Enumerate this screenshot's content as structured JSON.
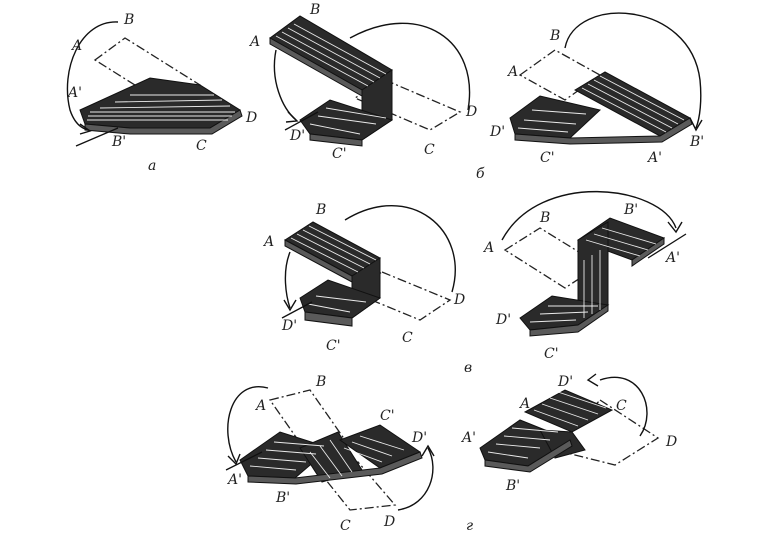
{
  "colors": {
    "ink": "#222222",
    "band": "#2a2a2a",
    "background": "#ffffff"
  },
  "panels": {
    "a": {
      "caption": "а",
      "labels": {
        "A": "A",
        "B": "B",
        "A_prime": "A'",
        "B_prime": "B'",
        "C": "C",
        "D": "D"
      }
    },
    "b_left": {
      "labels": {
        "A": "A",
        "B": "B",
        "C": "C",
        "C_prime": "C'",
        "D": "D",
        "D_prime": "D'"
      }
    },
    "b_right": {
      "caption": "б",
      "labels": {
        "A": "A",
        "B": "B",
        "A_prime": "A'",
        "B_prime": "B'",
        "C_prime": "C'",
        "D_prime": "D'"
      }
    },
    "v_left": {
      "labels": {
        "A": "A",
        "B": "B",
        "C": "C",
        "C_prime": "C'",
        "D": "D",
        "D_prime": "D'"
      }
    },
    "v_right": {
      "caption": "в",
      "labels": {
        "A": "A",
        "B": "B",
        "A_prime": "A'",
        "B_prime": "B'",
        "C_prime": "C'",
        "D_prime": "D'"
      }
    },
    "g_left": {
      "labels": {
        "A": "A",
        "B": "B",
        "A_prime": "A'",
        "B_prime": "B'",
        "C": "C",
        "C_prime": "C'",
        "D": "D",
        "D_prime": "D'"
      }
    },
    "g_right": {
      "caption": "г",
      "labels": {
        "A": "A",
        "A_prime": "A'",
        "B_prime": "B'",
        "C": "C",
        "D": "D",
        "D_prime": "D'"
      }
    }
  }
}
